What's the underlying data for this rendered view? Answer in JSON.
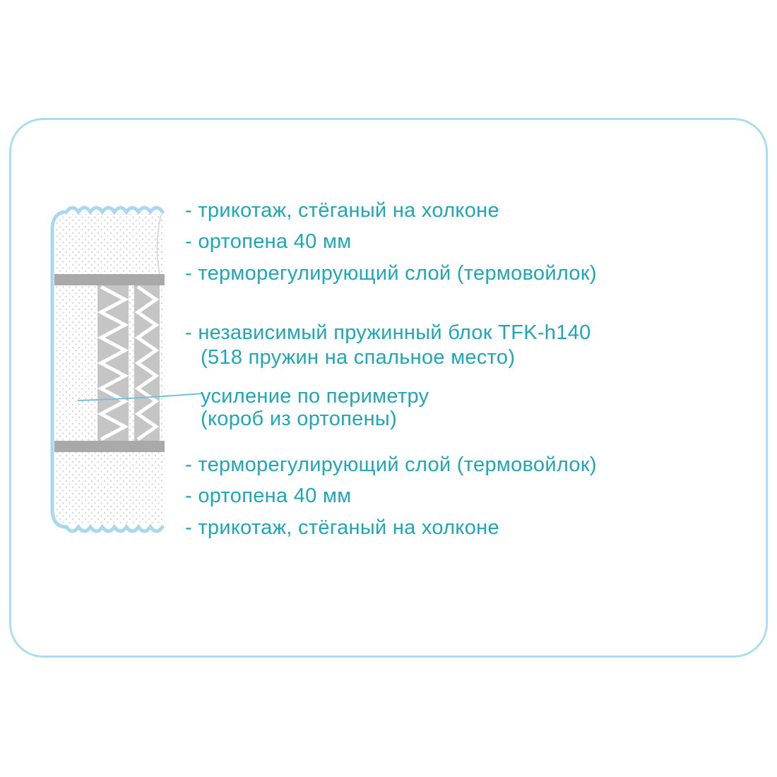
{
  "colors": {
    "card_border": "#abdcf1",
    "label_text": "#1ea7b4",
    "diagram_outline": "#a8d8ef",
    "thermo_layer_gray": "#a9a9a9",
    "spring_panel_gray": "#c5c5c5",
    "foam_dot_gray": "#d6d6d6",
    "leader_line": "#74c0d8"
  },
  "labels": {
    "knit_top": "- трикотаж, стёганый на холконе",
    "foam_top": "- ортопена 40 мм",
    "thermo_top": "- терморегулирующий слой (термовойлок)",
    "spring_block_line1": "- независимый пружинный блок TFK-h140",
    "spring_block_line2": "(518 пружин на спальное место)",
    "perimeter_line1": "усиление по периметру",
    "perimeter_line2": "(короб из ортопены)",
    "thermo_bottom": "- терморегулирующий слой (термовойлок)",
    "foam_bottom": "- ортопена 40 мм",
    "knit_bottom": "- трикотаж, стёганый на холконе"
  }
}
